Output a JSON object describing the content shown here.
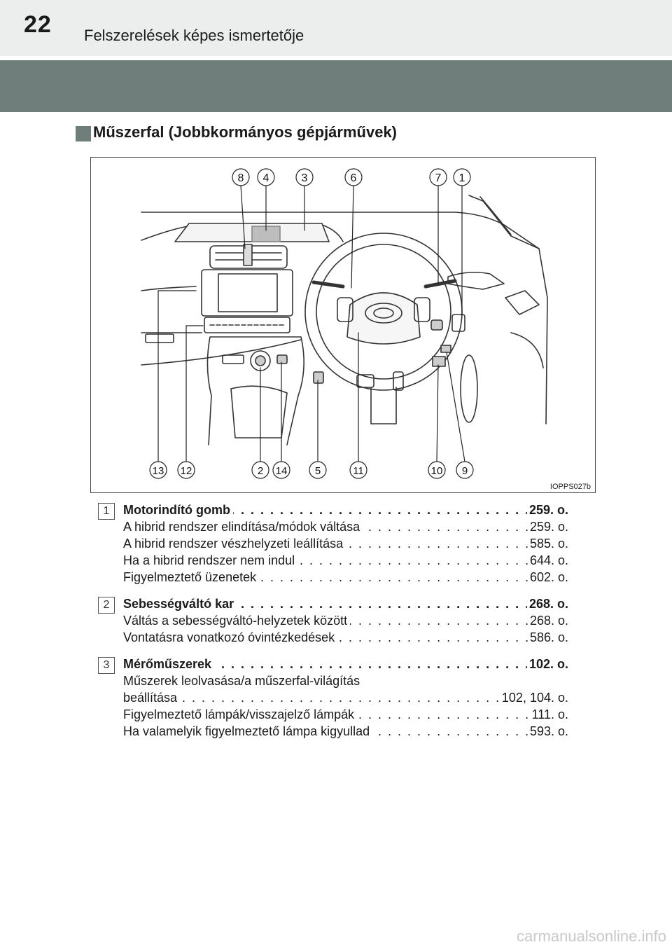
{
  "header": {
    "page_number": "22",
    "title": "Felszerelések képes ismertetője"
  },
  "section": {
    "title": "Műszerfal (Jobbkormányos gépjárművek)"
  },
  "figure": {
    "code": "IOPPS027b",
    "top_callouts": [
      "8",
      "4",
      "3",
      "6",
      "7",
      "1"
    ],
    "bottom_callouts": [
      "13",
      "12",
      "2",
      "14",
      "5",
      "11",
      "10",
      "9"
    ]
  },
  "entries": [
    {
      "number": "1",
      "lines": [
        {
          "label": "Motorindító gomb",
          "page": "259. o.",
          "bold": true
        },
        {
          "label": "A hibrid rendszer elindítása/módok váltása",
          "page": "259. o."
        },
        {
          "label": "A hibrid rendszer vészhelyzeti leállítása",
          "page": "585. o."
        },
        {
          "label": "Ha a hibrid rendszer nem indul",
          "page": "644. o."
        },
        {
          "label": "Figyelmeztető üzenetek",
          "page": "602. o."
        }
      ]
    },
    {
      "number": "2",
      "lines": [
        {
          "label": "Sebességváltó kar",
          "page": "268. o.",
          "bold": true
        },
        {
          "label": "Váltás a sebességváltó-helyzetek között",
          "page": "268. o."
        },
        {
          "label": "Vontatásra vonatkozó óvintézkedések",
          "page": "586. o."
        }
      ]
    },
    {
      "number": "3",
      "lines": [
        {
          "label": "Mérőműszerek",
          "page": "102. o.",
          "bold": true
        },
        {
          "label": "Műszerek leolvasása/a műszerfal-világítás",
          "page": ""
        },
        {
          "label": "beállítása",
          "page": "102, 104. o."
        },
        {
          "label": "Figyelmeztető lámpák/visszajelző lámpák",
          "page": "111. o."
        },
        {
          "label": "Ha valamelyik figyelmeztető lámpa kigyullad",
          "page": "593. o."
        }
      ]
    }
  ],
  "watermark": "carmanualsonline.info"
}
